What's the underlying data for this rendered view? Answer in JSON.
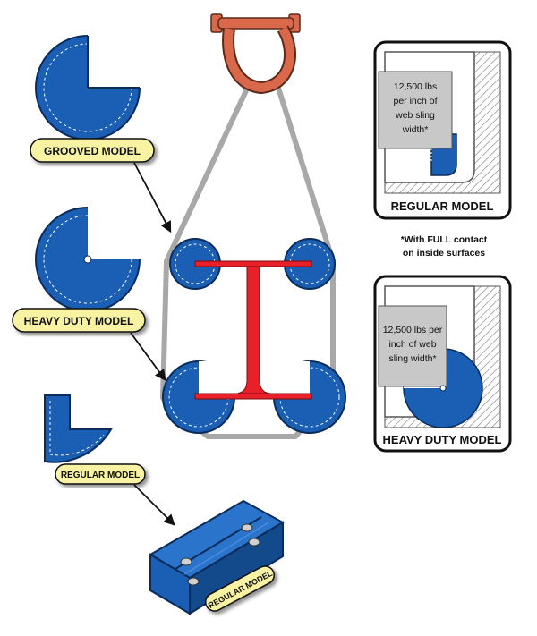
{
  "labels": {
    "grooved": "GROOVED MODEL",
    "heavy_duty": "HEAVY DUTY MODEL",
    "regular": "REGULAR MODEL",
    "regular_on_block": "REGULAR MODEL"
  },
  "panels": {
    "regular": {
      "title": "REGULAR MODEL",
      "note_lines": [
        "12,500 lbs",
        "per inch of",
        "web sling",
        "width*"
      ]
    },
    "heavy_duty": {
      "title": "HEAVY DUTY MODEL",
      "note_lines": [
        "12,500 lbs per",
        "inch of web",
        "sling width*"
      ]
    }
  },
  "footnote": {
    "line1": "*With FULL contact",
    "line2": "on inside surfaces"
  },
  "colors": {
    "pad_blue": "#1a5fb4",
    "beam_red": "#e8202a",
    "shackle": "#d9694a",
    "sling_gray": "#a8a8a8",
    "label_fill": "#f8f3a2",
    "note_gray": "#c8c8c8"
  }
}
